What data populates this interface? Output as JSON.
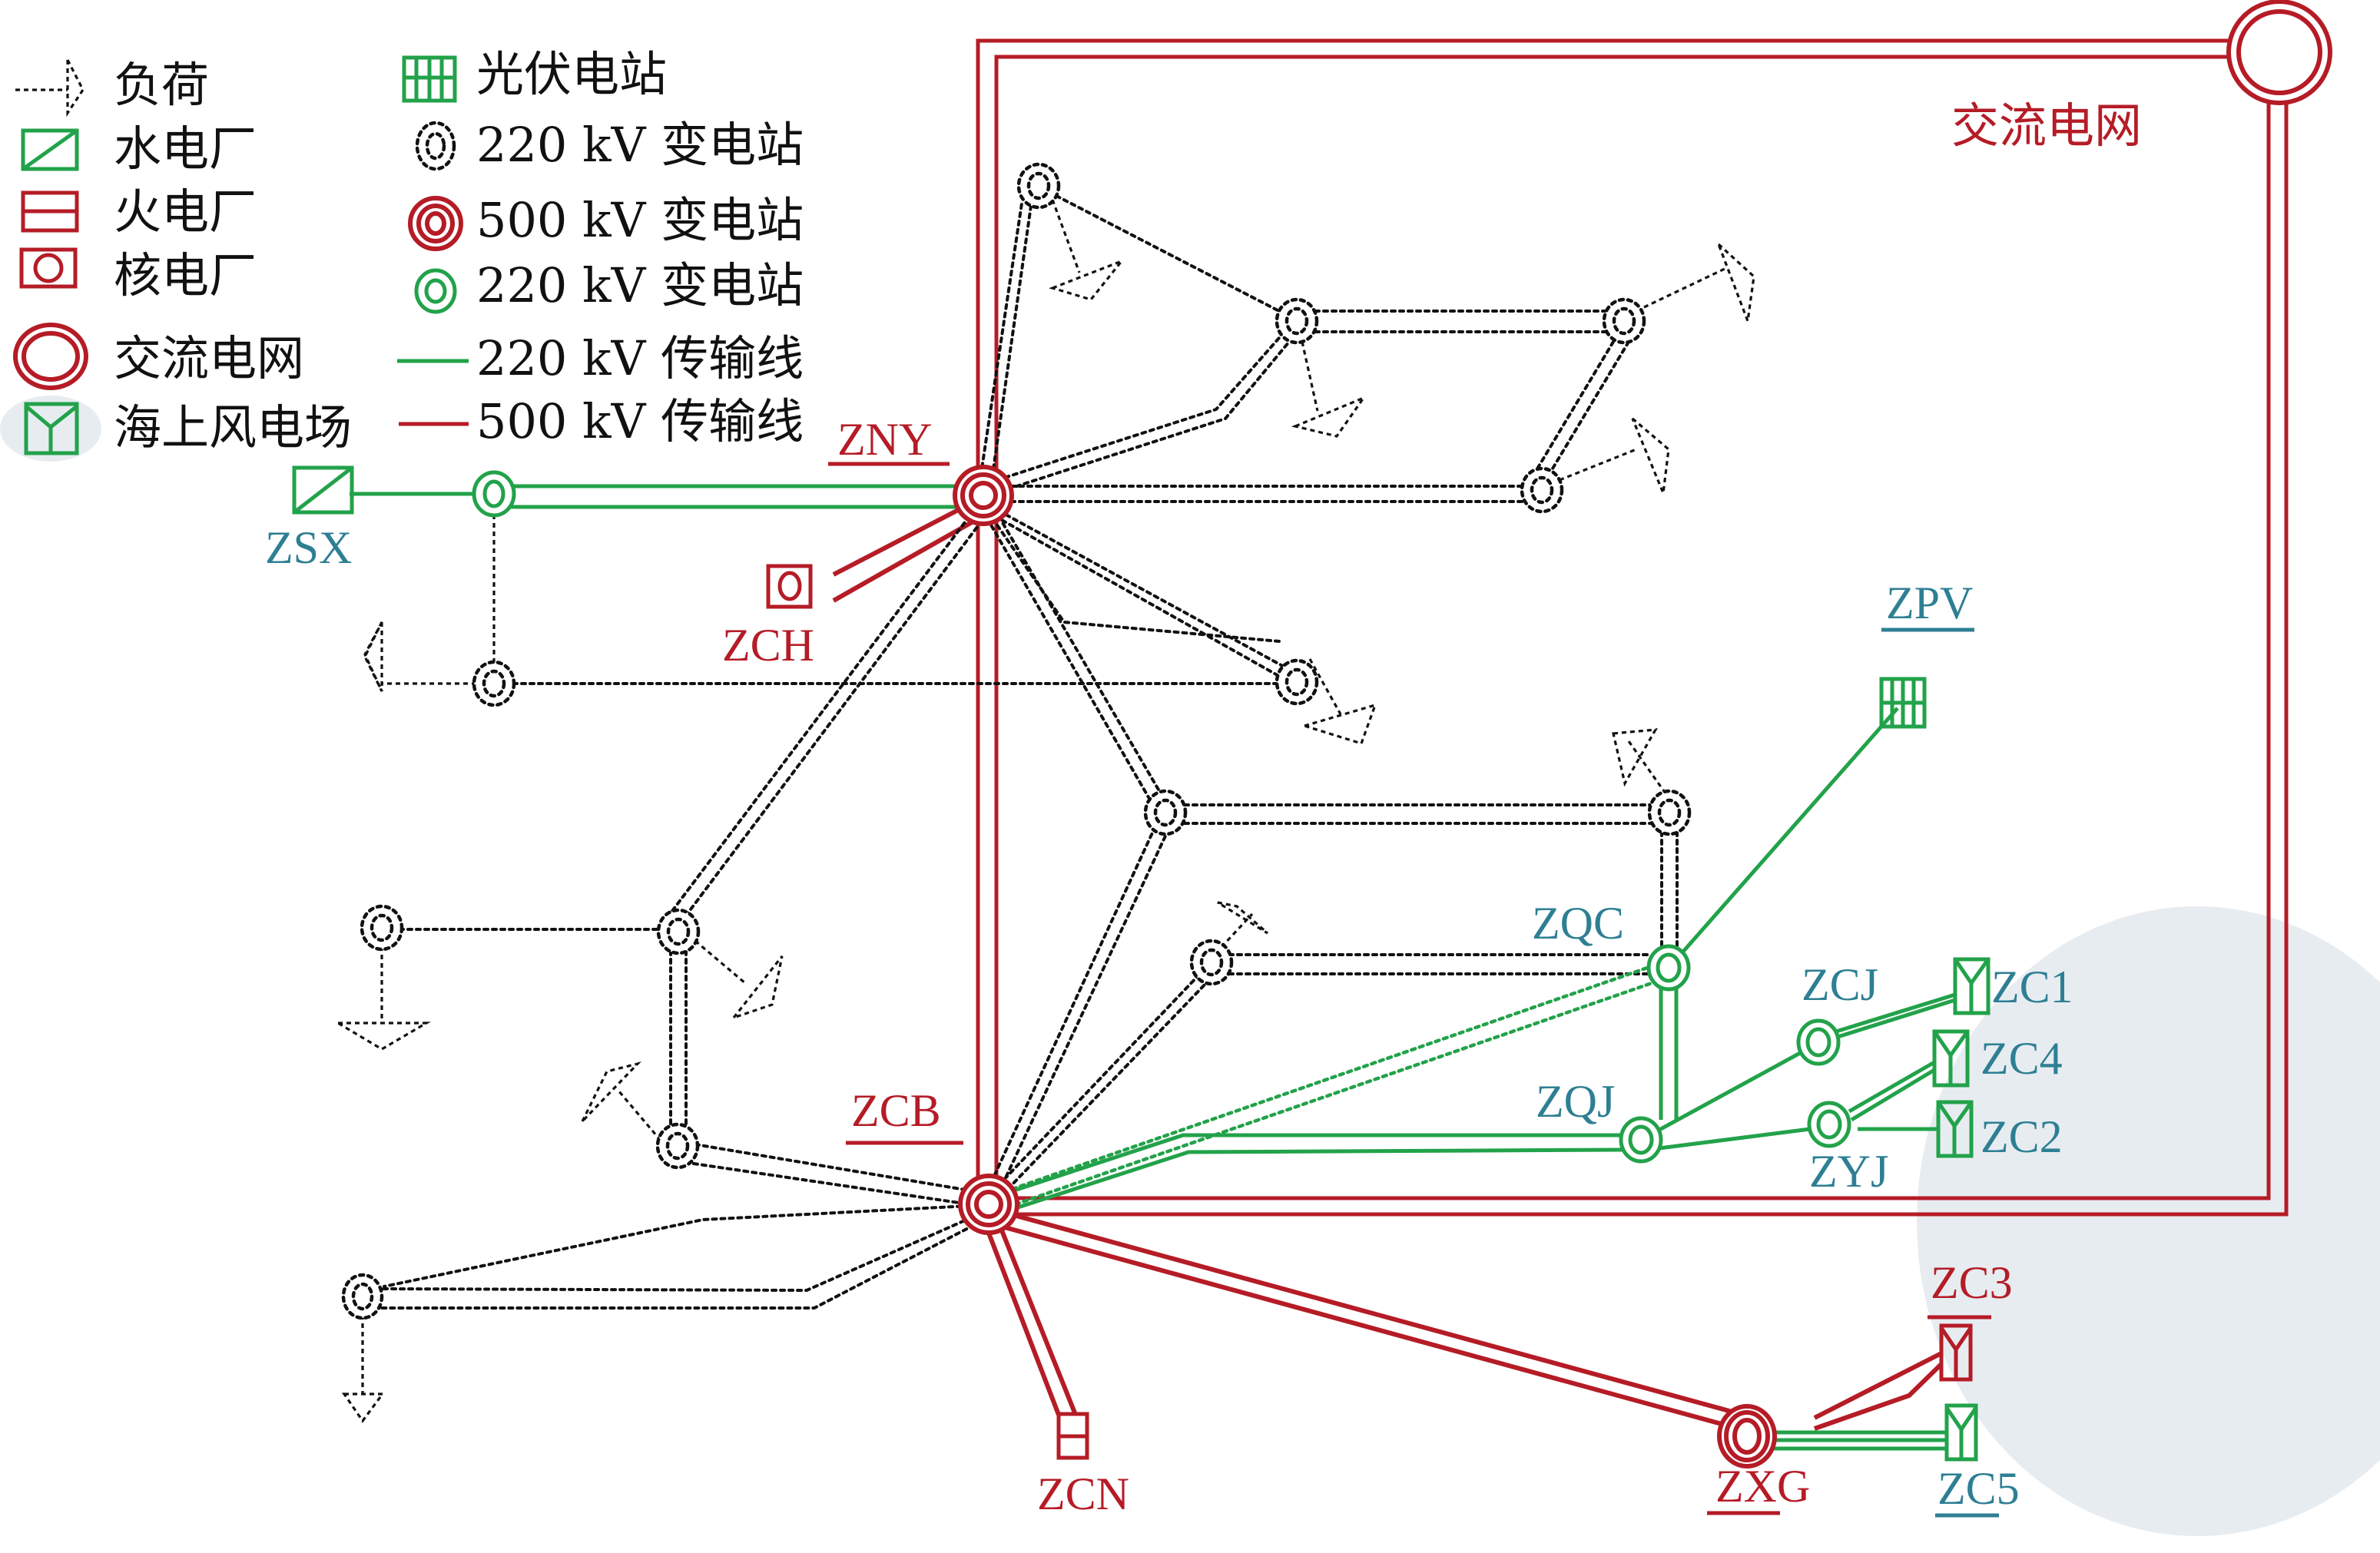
{
  "colors": {
    "red": "#b51c26",
    "green": "#22a24a",
    "teal_label": "#2e7f93",
    "black": "#111111",
    "wind_area": "#e7ecf1"
  },
  "legend": {
    "left": [
      {
        "key": "load",
        "icon": "load-arrow-icon",
        "label": "负荷"
      },
      {
        "key": "hydro",
        "icon": "hydro-plant-icon",
        "label": "水电厂"
      },
      {
        "key": "thermal",
        "icon": "thermal-plant-icon",
        "label": "火电厂"
      },
      {
        "key": "nuclear",
        "icon": "nuclear-plant-icon",
        "label": "核电厂"
      },
      {
        "key": "ac_grid",
        "icon": "ac-grid-icon",
        "label": "交流电网"
      },
      {
        "key": "offshore_wind",
        "icon": "offshore-wind-farm-icon",
        "label": "海上风电场"
      }
    ],
    "right": [
      {
        "key": "pv",
        "icon": "pv-station-icon",
        "label": "光伏电站"
      },
      {
        "key": "sub220_black",
        "icon": "substation-220kv-black-icon",
        "label": "220 kV 变电站"
      },
      {
        "key": "sub500",
        "icon": "substation-500kv-icon",
        "label": "500 kV 变电站"
      },
      {
        "key": "sub220_green",
        "icon": "substation-220kv-green-icon",
        "label": "220 kV 变电站"
      },
      {
        "key": "line220",
        "icon": "line-220kv-icon",
        "label": "220 kV 传输线"
      },
      {
        "key": "line500",
        "icon": "line-500kv-icon",
        "label": "500 kV 传输线"
      }
    ]
  },
  "ac_grid_label": "交流电网",
  "stations": {
    "ZNY": {
      "label": "ZNY",
      "type": "500kV substation",
      "color": "red",
      "underline": true
    },
    "ZCB": {
      "label": "ZCB",
      "type": "500kV substation",
      "color": "red",
      "underline": true
    },
    "ZXG": {
      "label": "ZXG",
      "type": "500kV substation",
      "color": "red",
      "underline": true
    },
    "ZSX": {
      "label": "ZSX",
      "type": "hydro plant",
      "color": "teal",
      "underline": false
    },
    "ZCH": {
      "label": "ZCH",
      "type": "nuclear plant",
      "color": "red",
      "underline": false
    },
    "ZCN": {
      "label": "ZCN",
      "type": "thermal plant",
      "color": "red",
      "underline": false
    },
    "ZPV": {
      "label": "ZPV",
      "type": "pv station",
      "color": "teal",
      "underline": true
    },
    "ZQC": {
      "label": "ZQC",
      "type": "220kV substation (green)",
      "color": "teal",
      "underline": false
    },
    "ZQJ": {
      "label": "ZQJ",
      "type": "220kV substation (green)",
      "color": "teal",
      "underline": false
    },
    "ZCJ": {
      "label": "ZCJ",
      "type": "220kV substation (green)",
      "color": "teal",
      "underline": false
    },
    "ZYJ": {
      "label": "ZYJ",
      "type": "220kV substation (green)",
      "color": "teal",
      "underline": false
    },
    "ZC1": {
      "label": "ZC1",
      "type": "offshore wind farm",
      "color": "teal",
      "underline": false
    },
    "ZC2": {
      "label": "ZC2",
      "type": "offshore wind farm",
      "color": "teal",
      "underline": false
    },
    "ZC3": {
      "label": "ZC3",
      "type": "offshore wind farm (500kV)",
      "color": "red",
      "underline": true
    },
    "ZC4": {
      "label": "ZC4",
      "type": "offshore wind farm",
      "color": "teal",
      "underline": false
    },
    "ZC5": {
      "label": "ZC5",
      "type": "offshore wind farm",
      "color": "teal",
      "underline": true
    }
  }
}
